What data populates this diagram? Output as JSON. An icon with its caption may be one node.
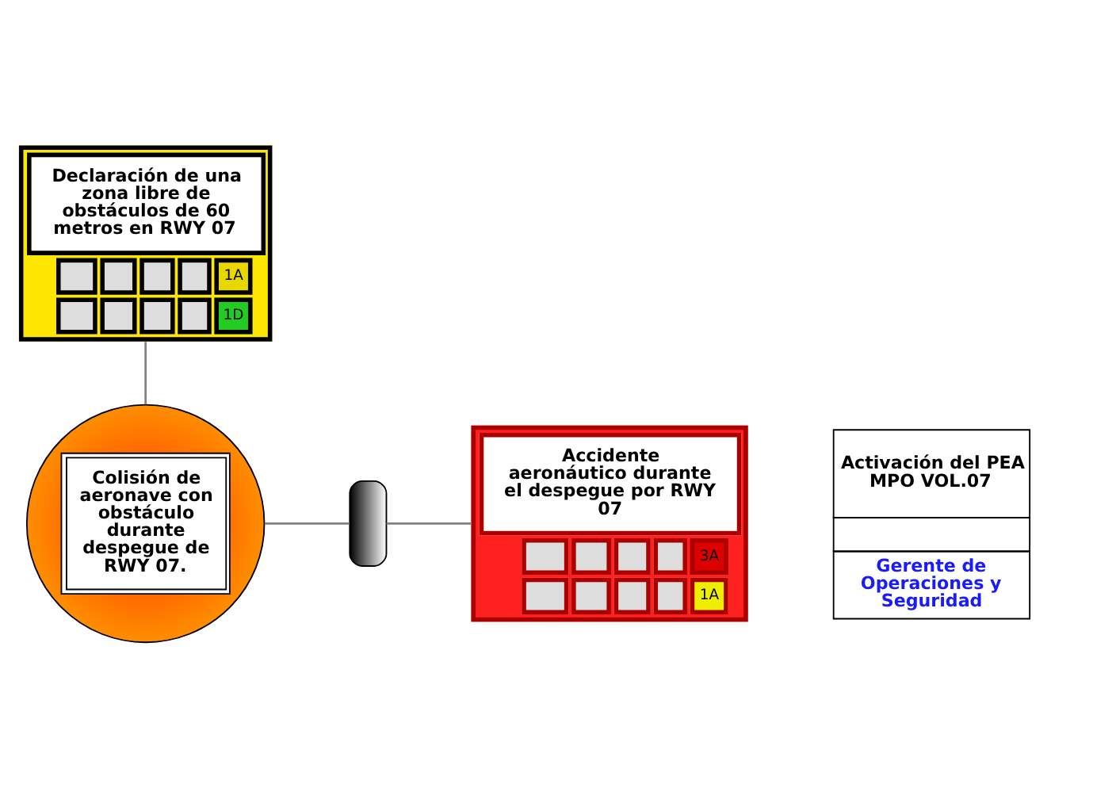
{
  "diagram": {
    "nodes": [
      {
        "text": [
          "Declaración de una zona libre de obstáculos de 60 metros en RWY 07",
          "1A",
          "1D"
        ]
      },
      {
        "text": [
          "Colisión de aeronave con obstáculo durante despegue de RWY 07."
        ]
      },
      {
        "text": [],
        "shape": "bar"
      },
      {
        "text": [
          "Activación del PEA MPO VOL.07",
          "Gerente de Operaciones y Seguridad"
        ]
      },
      {
        "text": [
          "Accidente aeronáutico durante el despegue por RWY 07",
          "3A",
          "1A"
        ]
      }
    ],
    "edges": [
      {
        "from": 0,
        "to": 1,
        "arrow": "none"
      },
      {
        "from": 1,
        "to": 2,
        "arrow": "none"
      },
      {
        "from": 2,
        "to": 4,
        "arrow": "none"
      }
    ]
  }
}
